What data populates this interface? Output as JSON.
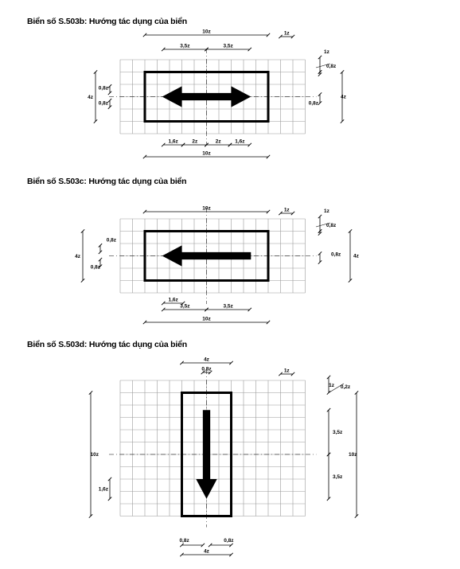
{
  "headings": {
    "b": "Biển số S.503b: Hướng tác dụng của biển",
    "c": "Biển số S.503c: Hướng tác dụng của biển",
    "d": "Biển số S.503d: Hướng tác dụng của biển"
  },
  "dims": {
    "b": {
      "top_total": "10z",
      "top_left": "3,5z",
      "top_right": "3,5z",
      "cell": "1z",
      "left_total": "4z",
      "left_upper": "0,8z",
      "left_lower": "0,8z",
      "right_top": "1z",
      "right_mid": "0,8z",
      "right_total": "4z",
      "right_low": "0,8z",
      "bottom_a": "1,6z",
      "bottom_b": "2z",
      "bottom_c": "2z",
      "bottom_d": "1,6z",
      "bottom_total": "10z"
    },
    "c": {
      "top_total": "10z",
      "cell": "1z",
      "left_total": "4z",
      "left_upper": "0,8z",
      "left_lower": "0,8z",
      "right_top": "1z",
      "right_mid": "0,8z",
      "right_low": "0,8z",
      "right_total": "4z",
      "bottom_a": "1,6z",
      "bottom_b": "3,5z",
      "bottom_c": "3,5z",
      "bottom_total": "10z"
    },
    "d": {
      "top_total": "4z",
      "top_inner": "0,8z",
      "cell": "1z",
      "left_total": "10z",
      "left_small": "1,6z",
      "right_top_a": "1z",
      "right_top_b": "0,2z",
      "right_upper": "3,5z",
      "right_lower": "3,5z",
      "right_total": "10z",
      "bottom_left": "0,8z",
      "bottom_right": "0,8z",
      "bottom_total": "4z"
    }
  },
  "colors": {
    "ink": "#000000",
    "grid": "#9a9a9a",
    "background": "#ffffff"
  }
}
